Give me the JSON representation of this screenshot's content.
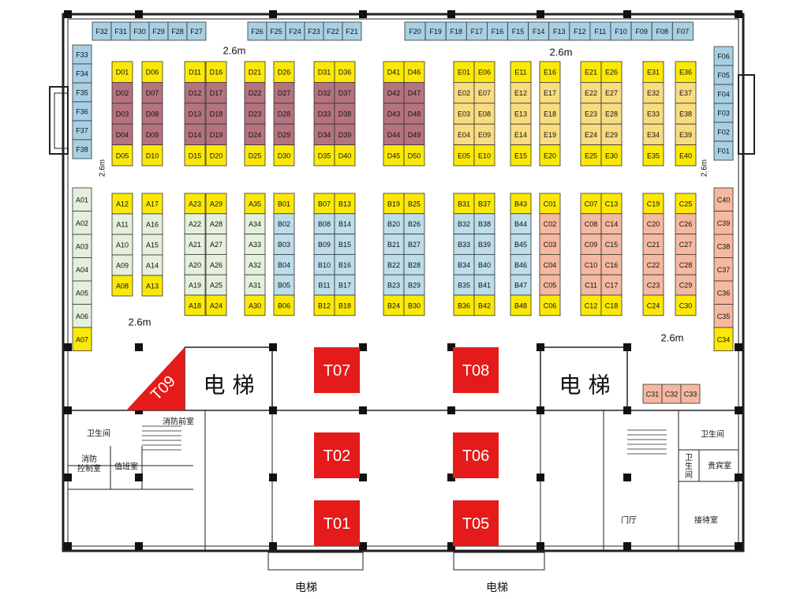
{
  "colors": {
    "yellow": "#fbe808",
    "mauve": "#b5737f",
    "lightYellow": "#f8dc80",
    "paleGreen": "#e4efdc",
    "lightBlue": "#bcdde9",
    "peach": "#f4b9a0",
    "wallBlue": "#a8d0e4",
    "red": "#e51a1a"
  },
  "dimensions": {
    "label": "2.6m"
  },
  "rooms": {
    "elevator_left": "电 梯",
    "elevator_right": "电 梯",
    "elevator_bottom_left": "电梯",
    "elevator_bottom_right": "电梯",
    "restroom_left": "卫生间",
    "fire_control": "消防\n控制室",
    "duty_room": "值班室",
    "fire_anteroom": "消防前室",
    "restroom_right": "卫生间",
    "restroom_small": "卫\n生\n间",
    "vip_room": "贵宾室",
    "lobby": "门厅",
    "reception": "接待室"
  },
  "features": [
    {
      "id": "T07"
    },
    {
      "id": "T08"
    },
    {
      "id": "T02"
    },
    {
      "id": "T06"
    },
    {
      "id": "T01"
    },
    {
      "id": "T05"
    },
    {
      "id": "T09"
    }
  ],
  "booths": {
    "F_top": [
      "F32",
      "F31",
      "F30",
      "F29",
      "F28",
      "F27",
      "F26",
      "F25",
      "F24",
      "F23",
      "F22",
      "F21",
      "F20",
      "F19",
      "F18",
      "F17",
      "F16",
      "F15",
      "F14",
      "F13",
      "F12",
      "F11",
      "F10",
      "F09",
      "F08",
      "F07"
    ],
    "F_left": [
      "F33",
      "F34",
      "F35",
      "F36",
      "F37",
      "F38"
    ],
    "F_right": [
      "F06",
      "F05",
      "F04",
      "F03",
      "F02",
      "F01"
    ],
    "A_left": [
      "A01",
      "A02",
      "A03",
      "A04",
      "A05",
      "A06",
      "A07"
    ],
    "C_right": [
      "C40",
      "C39",
      "C38",
      "C37",
      "C36",
      "C35",
      "C34"
    ],
    "C_bottom": [
      "C31",
      "C32",
      "C33"
    ],
    "top_columns": [
      [
        "D01",
        "D02",
        "D03",
        "D04",
        "D05"
      ],
      [
        "D06",
        "D07",
        "D08",
        "D09",
        "D10"
      ],
      [
        "D11",
        "D12",
        "D13",
        "D14",
        "D15"
      ],
      [
        "D16",
        "D17",
        "D18",
        "D19",
        "D20"
      ],
      [
        "D21",
        "D22",
        "D23",
        "D24",
        "D25"
      ],
      [
        "D26",
        "D27",
        "D28",
        "D29",
        "D30"
      ],
      [
        "D31",
        "D32",
        "D33",
        "D34",
        "D35"
      ],
      [
        "D36",
        "D37",
        "D38",
        "D39",
        "D40"
      ],
      [
        "D41",
        "D42",
        "D43",
        "D44",
        "D45"
      ],
      [
        "D46",
        "D47",
        "D48",
        "D49",
        "D50"
      ],
      [
        "E01",
        "E02",
        "E03",
        "E04",
        "E05"
      ],
      [
        "E06",
        "E07",
        "E08",
        "E09",
        "E10"
      ],
      [
        "E11",
        "E12",
        "E13",
        "E14",
        "E15"
      ],
      [
        "E16",
        "E17",
        "E18",
        "E19",
        "E20"
      ],
      [
        "E21",
        "E22",
        "E23",
        "E24",
        "E25"
      ],
      [
        "E26",
        "E27",
        "E28",
        "E29",
        "E30"
      ],
      [
        "E31",
        "E32",
        "E33",
        "E34",
        "E35"
      ],
      [
        "E36",
        "E37",
        "E38",
        "E39",
        "E40"
      ]
    ],
    "bottom_columns": [
      [
        "A12",
        "A11",
        "A10",
        "A09",
        "A08"
      ],
      [
        "A17",
        "A16",
        "A15",
        "A14",
        "A13"
      ],
      [
        "A23",
        "A22",
        "A21",
        "A20",
        "A19",
        "A18"
      ],
      [
        "A29",
        "A28",
        "A27",
        "A26",
        "A25",
        "A24"
      ],
      [
        "A35",
        "A34",
        "A33",
        "A32",
        "A31",
        "A30"
      ],
      [
        "B01",
        "B02",
        "B03",
        "B04",
        "B05",
        "B06"
      ],
      [
        "B07",
        "B08",
        "B09",
        "B10",
        "B11",
        "B12"
      ],
      [
        "B13",
        "B14",
        "B15",
        "B16",
        "B17",
        "B18"
      ],
      [
        "B19",
        "B20",
        "B21",
        "B22",
        "B23",
        "B24"
      ],
      [
        "B25",
        "B26",
        "B27",
        "B28",
        "B29",
        "B30"
      ],
      [
        "B31",
        "B32",
        "B33",
        "B34",
        "B35",
        "B36"
      ],
      [
        "B37",
        "B38",
        "B39",
        "B40",
        "B41",
        "B42"
      ],
      [
        "B43",
        "B44",
        "B45",
        "B46",
        "B47",
        "B48"
      ],
      [
        "C01",
        "C02",
        "C03",
        "C04",
        "C05",
        "C06"
      ],
      [
        "C07",
        "C08",
        "C09",
        "C10",
        "C11",
        "C12"
      ],
      [
        "C13",
        "C14",
        "C15",
        "C16",
        "C17",
        "C18"
      ],
      [
        "C19",
        "C20",
        "C21",
        "C22",
        "C23",
        "C24"
      ],
      [
        "C25",
        "C26",
        "C27",
        "C28",
        "C29",
        "C30"
      ]
    ]
  }
}
